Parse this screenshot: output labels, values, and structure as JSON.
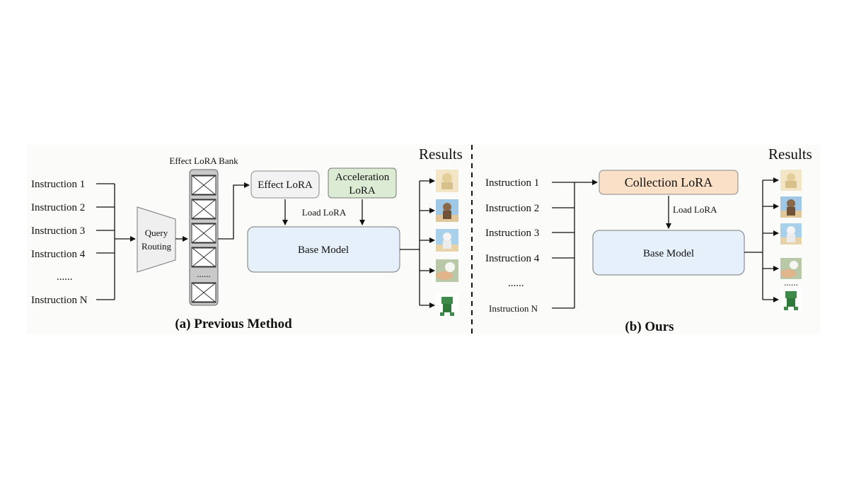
{
  "panel_a": {
    "caption": "(a) Previous Method",
    "instructions": [
      "Instruction 1",
      "Instruction 2",
      "Instruction 3",
      "Instruction 4",
      "......",
      "Instruction N"
    ],
    "query_routing": [
      "Query",
      "Routing"
    ],
    "bank_title": "Effect LoRA Bank",
    "bank_ellipsis": "......",
    "effect_lora": "Effect LoRA",
    "acceleration_lora": [
      "Acceleration",
      "LoRA"
    ],
    "load_lora": "Load LoRA",
    "base_model": "Base Model",
    "results_title": "Results",
    "results_ellipsis": ""
  },
  "panel_b": {
    "caption": "(b) Ours",
    "instructions": [
      "Instruction 1",
      "Instruction 2",
      "Instruction 3",
      "Instruction 4",
      "......",
      "Instruction N"
    ],
    "collection_lora": "Collection LoRA",
    "load_lora": "Load LoRA",
    "base_model": "Base Model",
    "results_title": "Results",
    "results_ellipsis": "......"
  },
  "colors": {
    "effect_box": "#f2f2f2",
    "acceleration_box": "#dcebd3",
    "collection_box": "#fbe0c8",
    "base_model_box": "#e5f0fb",
    "bank_box": "#c9c9c9",
    "query_routing": "#efefef"
  },
  "result_icons": [
    "dog-sketch-thumbnail",
    "cat-figurine-thumbnail",
    "cat-beach-thumbnail",
    "pet-hand-thumbnail",
    "green-robot-thumbnail"
  ]
}
